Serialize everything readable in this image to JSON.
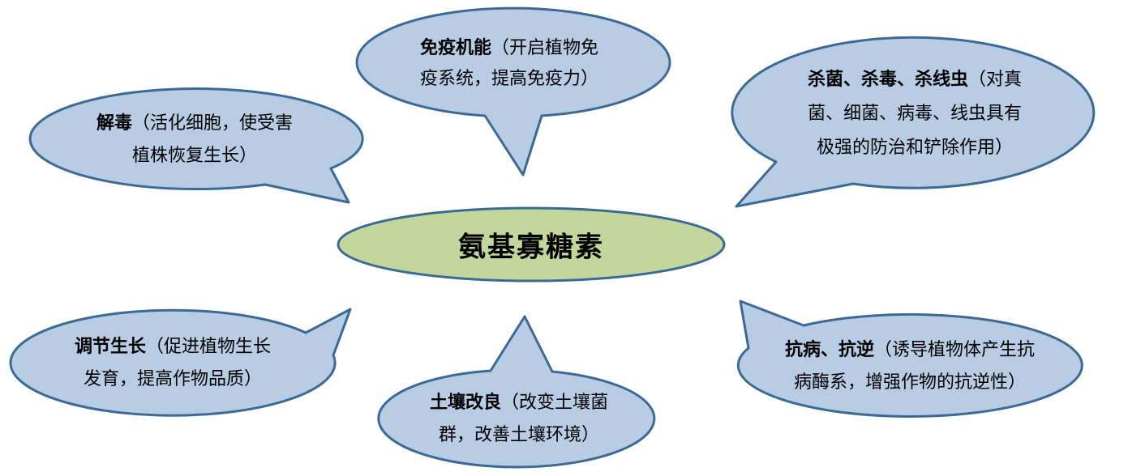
{
  "colors": {
    "background": "#ffffff",
    "bubble_fill": "#b8cce4",
    "bubble_stroke": "#3c6a96",
    "center_fill": "#c3d69b",
    "center_stroke": "#3c6a96",
    "text_color": "#000000"
  },
  "center": {
    "label": "氨基寡糖素"
  },
  "bubbles": [
    {
      "id": "immune",
      "title": "免疫机能",
      "desc": "（开启植物免疫系统，提高免疫力）"
    },
    {
      "id": "detox",
      "title": "解毒",
      "desc": "（活化细胞，使受害植株恢复生长）"
    },
    {
      "id": "sterilize",
      "title": "杀菌、杀毒、杀线虫",
      "desc": "（对真菌、细菌、病毒、线虫具有极强的防治和铲除作用）"
    },
    {
      "id": "growth",
      "title": "调节生长",
      "desc": "（促进植物生长发育，提高作物品质）"
    },
    {
      "id": "soil",
      "title": "土壤改良",
      "desc": "（改变土壤菌群，改善土壤环境）"
    },
    {
      "id": "resist",
      "title": "抗病、抗逆",
      "desc": "（诱导植物体产生抗病酶系，增强作物的抗逆性）"
    }
  ]
}
